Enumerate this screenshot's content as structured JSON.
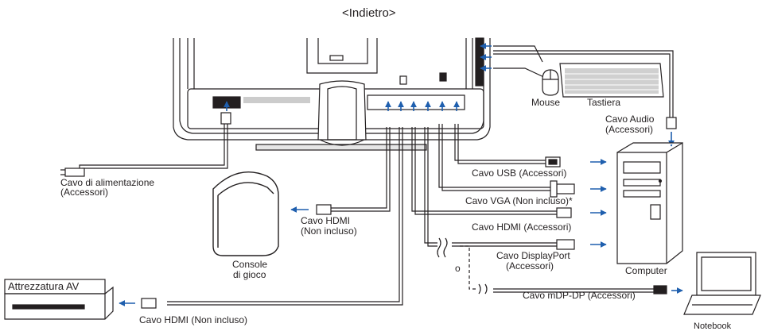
{
  "header": {
    "title": "<Indietro>"
  },
  "labels": {
    "power_cable": [
      "Cavo di alimentazione",
      "(Accessori)"
    ],
    "audio_cable": [
      "Cavo Audio",
      "(Accessori)"
    ],
    "usb_cable": "Cavo USB (Accessori)",
    "vga_cable": "Cavo VGA (Non incluso)*",
    "hdmi_cable_pc": "Cavo HDMI (Accessori)",
    "displayport_cable": [
      "Cavo DisplayPort",
      "(Accessori)"
    ],
    "or_text": "o",
    "mdp_cable": "Cavo mDP-DP (Accessori)",
    "hdmi_cable_console": [
      "Cavo HDMI",
      "(Non incluso)"
    ],
    "console": [
      "Console",
      "di gioco"
    ],
    "av_equipment": "Attrezzatura AV",
    "hdmi_cable_av": "Cavo HDMI (Non incluso)",
    "mouse": "Mouse",
    "keyboard": "Tastiera",
    "computer": "Computer",
    "notebook": "Notebook"
  },
  "colors": {
    "line": "#231f20",
    "arrow": "#1f5fae",
    "fill": "#ffffff",
    "shade": "#e6e6e6"
  }
}
